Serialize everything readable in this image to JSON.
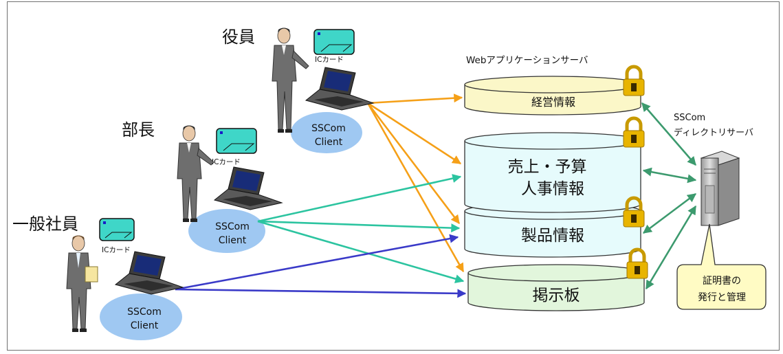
{
  "roles": {
    "executive": "役員",
    "manager": "部長",
    "employee": "一般社員"
  },
  "card_label": "ICカード",
  "client": {
    "line1": "SSCom",
    "line2": "Client"
  },
  "web_server_label": "Webアプリケーションサーバ",
  "databases": {
    "management": "経営情報",
    "sales_line1": "売上・予算",
    "sales_line2": "人事情報",
    "products": "製品情報",
    "bulletin": "掲示板"
  },
  "directory_server": {
    "line1": "SSCom",
    "line2": "ディレクトリサーバ"
  },
  "callout": {
    "line1": "証明書の",
    "line2": "発行と管理"
  },
  "colors": {
    "executive_arrow": "#f5a018",
    "manager_arrow": "#2cc4a0",
    "employee_arrow": "#3a3ac8",
    "directory_arrow": "#3c9a6e",
    "client_ellipse": "#9fc8f2",
    "db_yellow": "#fbf7c8",
    "db_cyan": "#e6fbfc",
    "db_green": "#e2f6dc",
    "lock_gold": "#e8b400",
    "callout_fill": "#fffbc4"
  },
  "icons": [
    "person-icon",
    "ic-card-icon",
    "laptop-icon",
    "lock-icon",
    "server-icon"
  ]
}
